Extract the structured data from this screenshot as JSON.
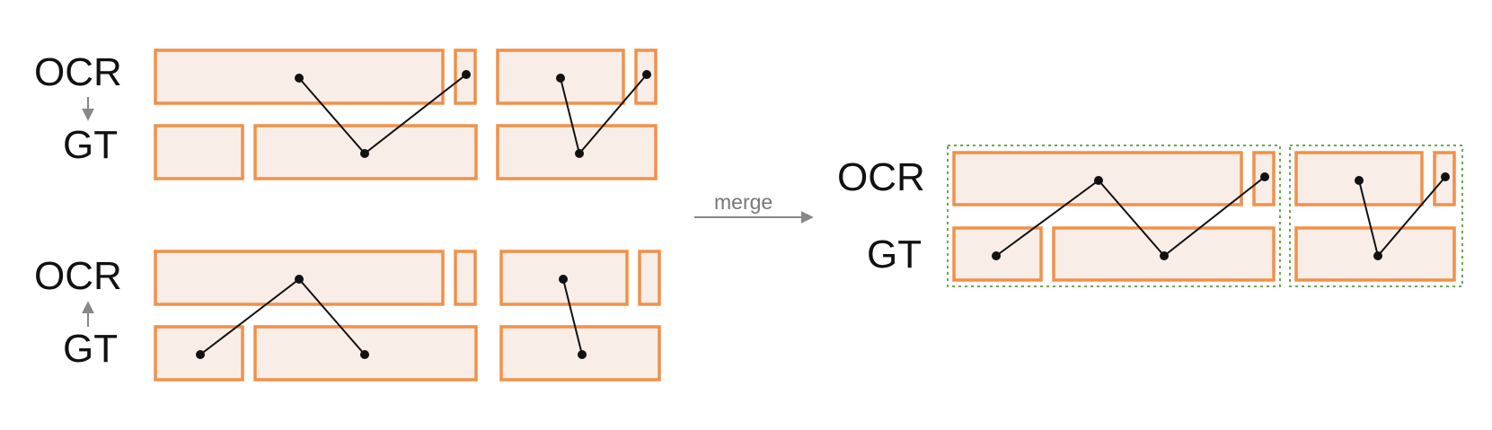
{
  "labels": {
    "ocr": "OCR",
    "gt": "GT",
    "merge": "merge"
  },
  "colors": {
    "box_fill": "#f9ede7",
    "box_stroke": "#f0914a",
    "group_stroke": "#6aa84f",
    "arrow": "#888888",
    "node": "#111111"
  },
  "panels": [
    {
      "name": "ocr-to-gt",
      "direction": "down"
    },
    {
      "name": "gt-to-ocr",
      "direction": "up"
    },
    {
      "name": "merged",
      "direction": "none"
    }
  ]
}
